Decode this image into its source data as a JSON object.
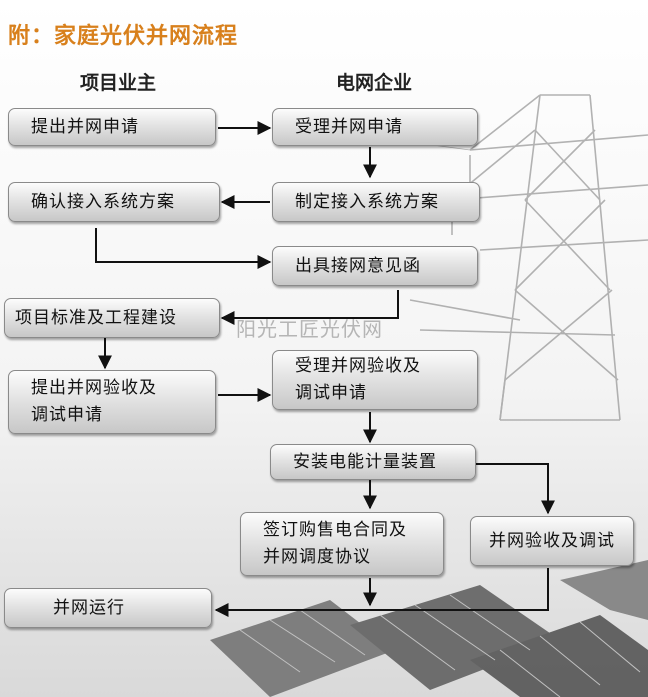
{
  "title": "附：家庭光伏并网流程",
  "columns": {
    "owner": "项目业主",
    "grid": "电网企业"
  },
  "steps": {
    "submit_application": "提出并网申请",
    "accept_application": "受理并网申请",
    "draft_plan": "制定接入系统方案",
    "confirm_plan": "确认接入系统方案",
    "issue_opinion": "出具接网意见函",
    "project_construction": "项目标准及工程建设",
    "submit_acceptance": "提出并网验收及\n调试申请",
    "accept_acceptance": "受理并网验收及\n调试申请",
    "install_meter": "安装电能计量装置",
    "sign_contract": "签订购售电合同及\n并网调度协议",
    "acceptance_debug": "并网验收及调试",
    "grid_operation": "并网运行"
  },
  "watermark": "阳光工匠光伏网",
  "colors": {
    "title": "#d8801c",
    "arrow": "#111111",
    "box_top": "#fcfcfc",
    "box_bottom": "#c7c7c7"
  }
}
